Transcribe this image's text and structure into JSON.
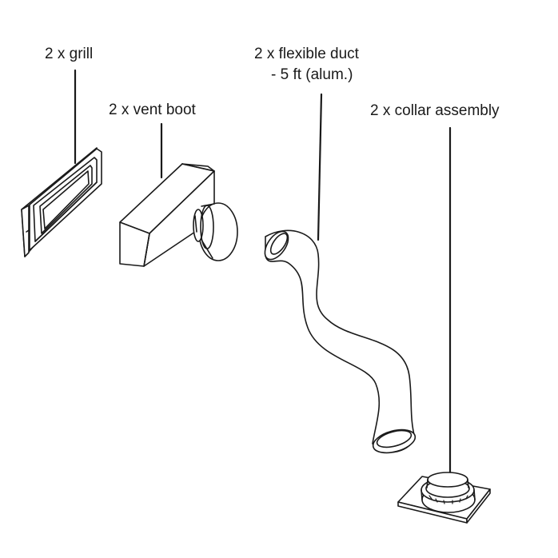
{
  "labels": {
    "grill": "2 x grill",
    "vent_boot": "2 x vent boot",
    "flexible_duct_line1": "2 x flexible duct",
    "flexible_duct_line2": "- 5 ft (alum.)",
    "collar_assembly": "2 x collar assembly"
  },
  "colors": {
    "stroke": "#1a1a1a",
    "background": "#ffffff"
  }
}
